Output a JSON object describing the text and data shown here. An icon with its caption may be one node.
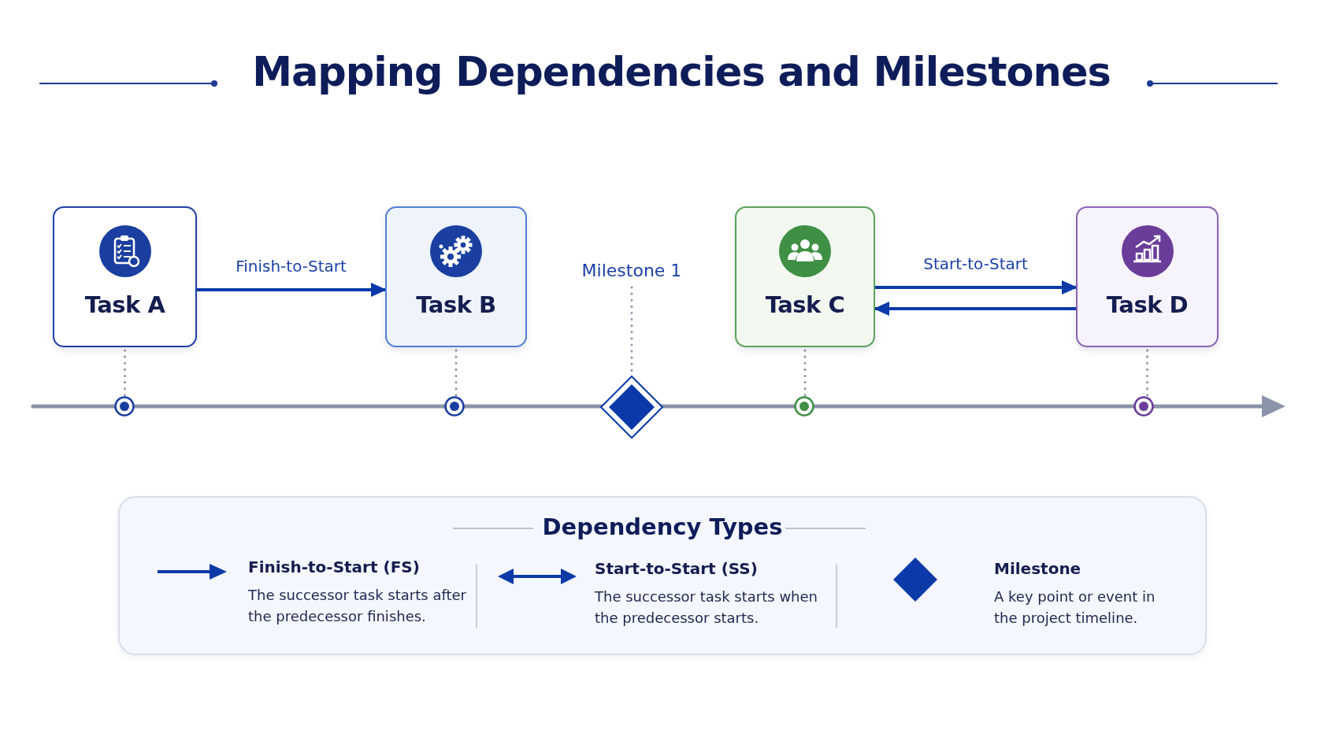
{
  "diagram": {
    "title": "Mapping Dependencies and Milestones",
    "nodes": [
      {
        "text": [
          "Task A"
        ]
      },
      {
        "text": [
          "Task B"
        ]
      },
      {
        "text": [
          "Milestone 1"
        ]
      },
      {
        "text": [
          "Task C"
        ]
      },
      {
        "text": [
          "Task D"
        ]
      },
      {
        "text": [],
        "shape": "diamond"
      },
      {
        "text": [],
        "shape": "circle"
      },
      {
        "text": [],
        "shape": "circle"
      },
      {
        "text": [],
        "shape": "circle"
      },
      {
        "text": [],
        "shape": "circle"
      }
    ],
    "edges": [
      {
        "from": 0,
        "to": 1,
        "arrow": "to",
        "label": "Finish-to-Start",
        "color": "#0b3aa8"
      },
      {
        "from": 3,
        "to": 4,
        "arrow": "to",
        "label": "Start-to-Start",
        "color": "#0b3aa8"
      },
      {
        "from": 4,
        "to": 3,
        "arrow": "to",
        "color": "#0b3aa8"
      },
      {
        "from": 0,
        "to": 6,
        "arrow": "none",
        "style": "dashed"
      },
      {
        "from": 1,
        "to": 7,
        "arrow": "none",
        "style": "dashed"
      },
      {
        "from": 2,
        "to": 5,
        "arrow": "none",
        "style": "dashed"
      },
      {
        "from": 3,
        "to": 8,
        "arrow": "none",
        "style": "dashed"
      },
      {
        "from": 4,
        "to": 9,
        "arrow": "none",
        "style": "dashed"
      }
    ],
    "labels": [
      "Dependency Types",
      "The successor task starts after the predecessor finishes.",
      "The successor task starts when the predecessor starts.",
      "A key point or event in the project timeline."
    ],
    "legend": [
      {
        "text": "Finish-to-Start (FS)"
      },
      {
        "text": "Start-to-Start (SS)"
      },
      {
        "text": "Milestone"
      }
    ]
  }
}
